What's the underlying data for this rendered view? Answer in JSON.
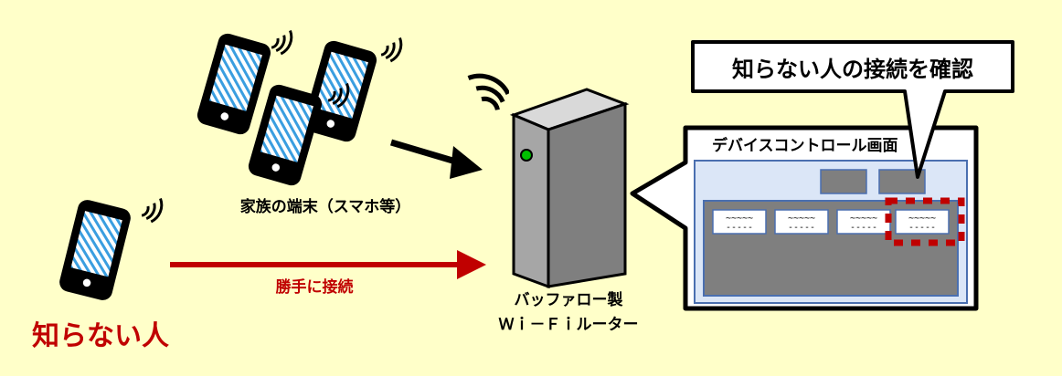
{
  "colors": {
    "background": "#ffffc9",
    "accent_red": "#c00000",
    "arrow_black": "#000000",
    "screen_blue": "#9dd3f2",
    "router_gray": "#a6a6a6",
    "led_green": "#00c000",
    "panel_fill": "#dbe6f7",
    "panel_border": "#4a6fb0",
    "panel_dark": "#7f7f7f"
  },
  "labels": {
    "family_devices": "家族の端末（スマホ等）",
    "stranger": "知らない人",
    "unauthorized_connection": "勝手に接続",
    "router_line1": "バッファロー製",
    "router_line2": "Ｗｉ－Ｆｉルーター",
    "callout": "知らない人の接続を確認",
    "control_screen": "デバイスコントロール画面"
  },
  "device_boxes": [
    {
      "line1": "~~~~~",
      "line2": "-----"
    },
    {
      "line1": "~~~~~",
      "line2": "-----"
    },
    {
      "line1": "~~~~~",
      "line2": "-----"
    },
    {
      "line1": "~~~~~",
      "line2": "-----"
    }
  ],
  "icons": [
    "smartphone-icon",
    "wifi-signal-icon",
    "router-icon",
    "arrow-icon"
  ]
}
